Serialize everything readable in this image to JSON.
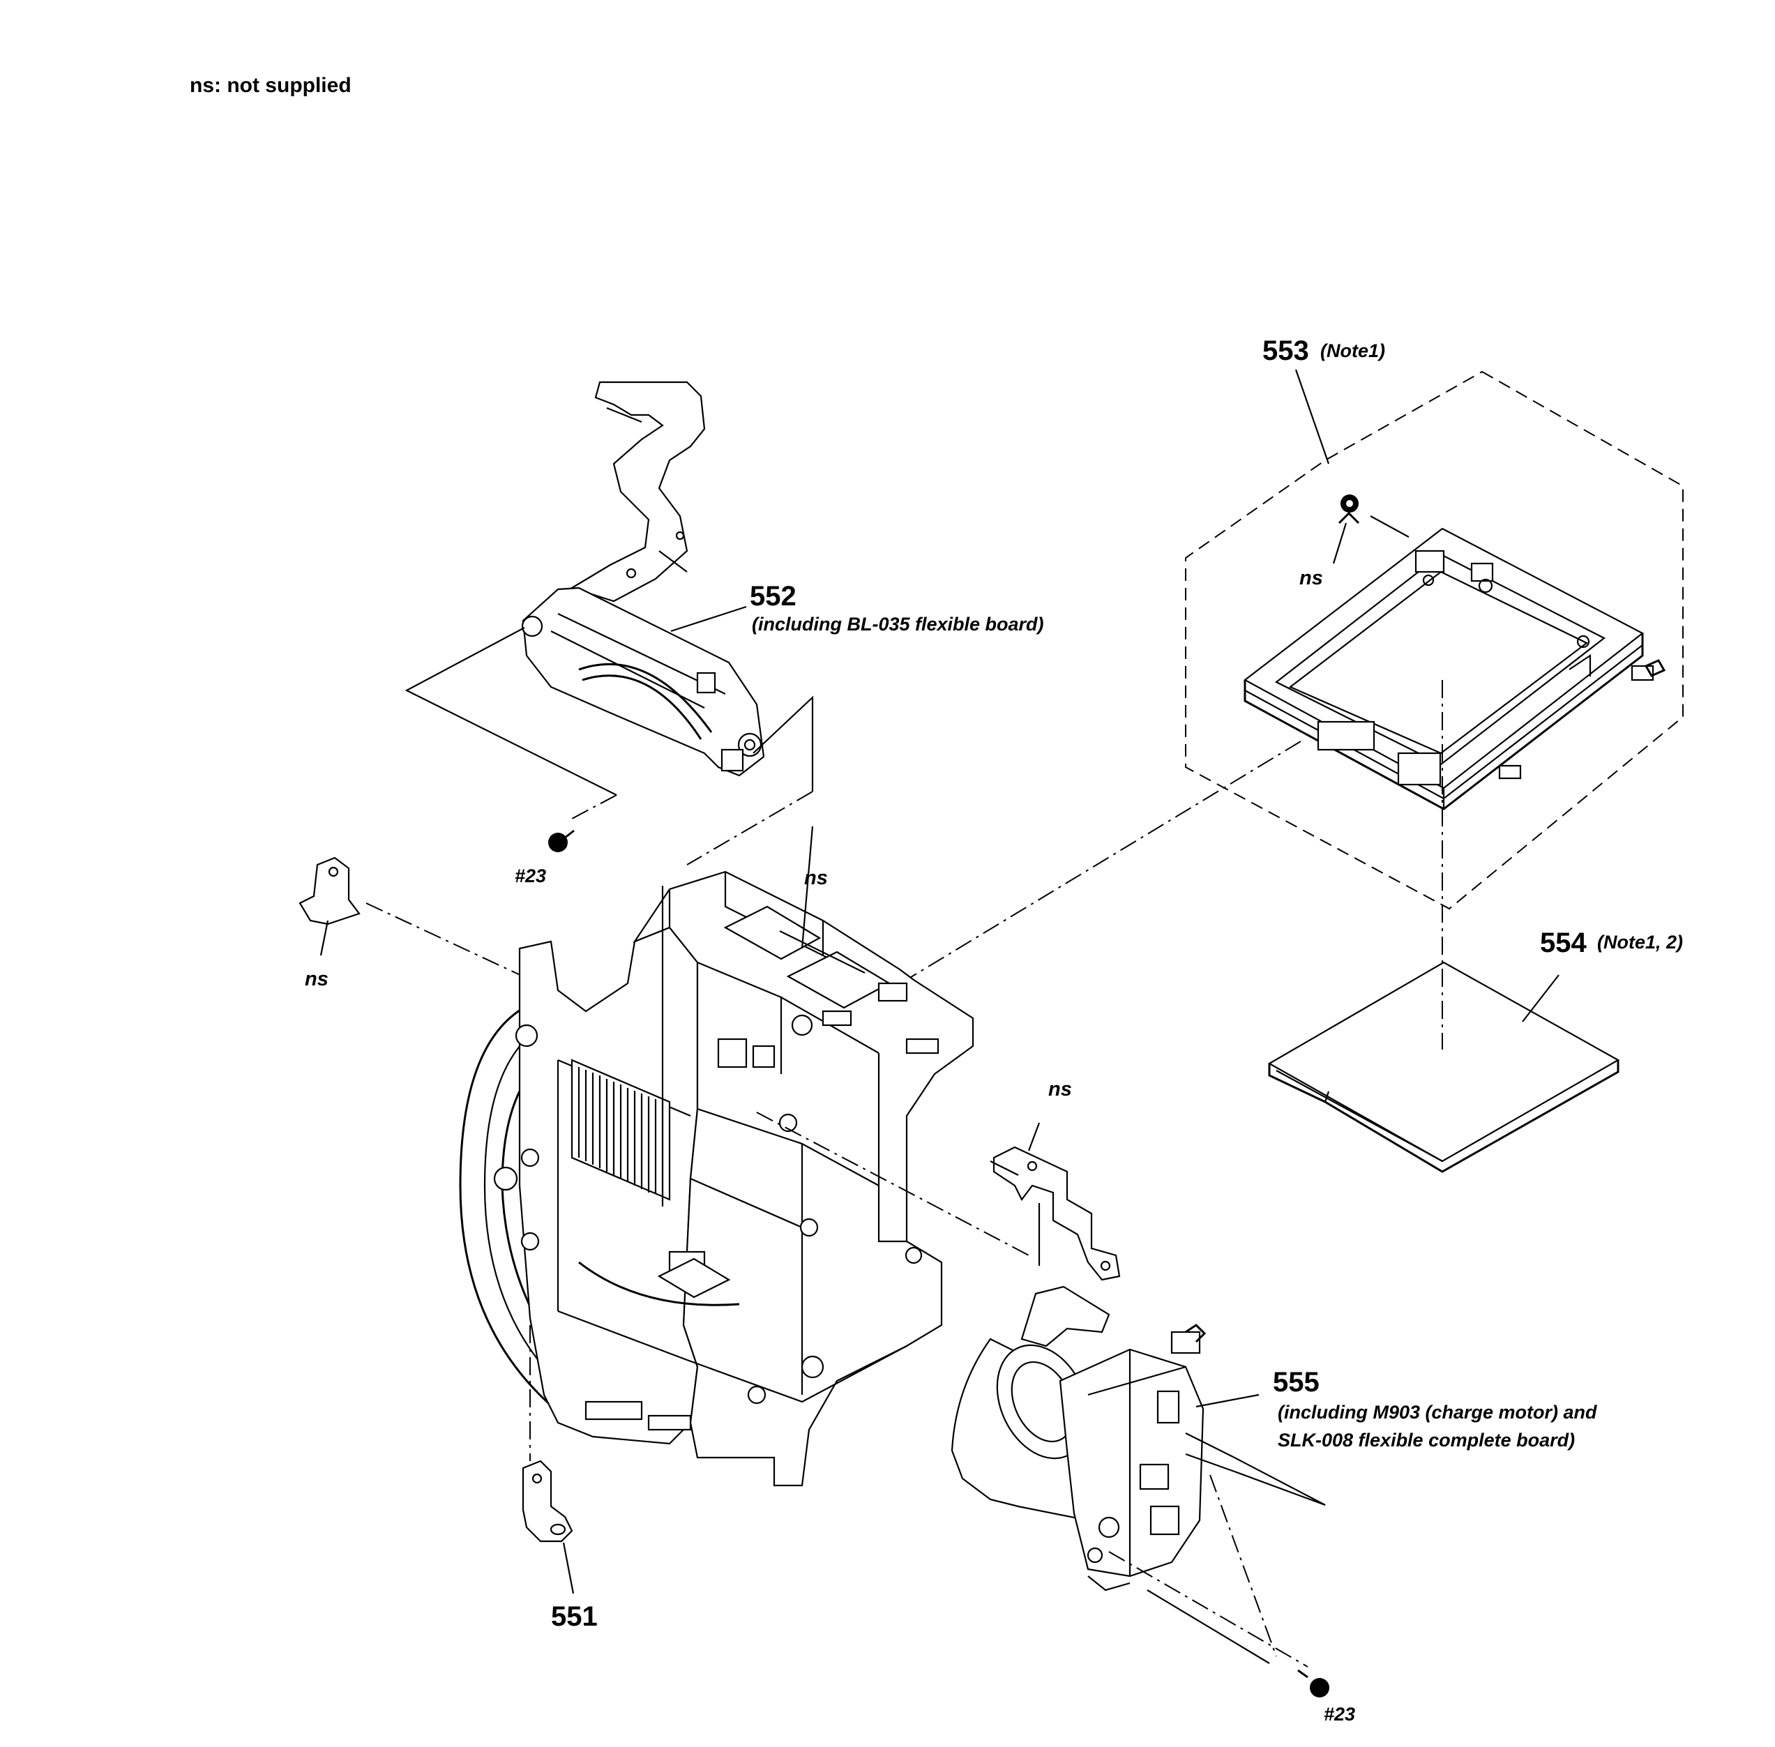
{
  "legend": "ns: not supplied",
  "parts": {
    "p551": {
      "number": "551"
    },
    "p552": {
      "number": "552",
      "note": "(including BL-035 flexible board)"
    },
    "p553": {
      "number": "553",
      "note": "(Note1)"
    },
    "p554": {
      "number": "554",
      "note": "(Note1, 2)"
    },
    "p555": {
      "number": "555",
      "note_line1": "(including M903 (charge motor) and",
      "note_line2": "SLK-008 flexible complete board)"
    }
  },
  "labels": {
    "ns_left": "ns",
    "ns_top_center": "ns",
    "ns_right_center": "ns",
    "ns_top_right": "ns",
    "screw_top": "#23",
    "screw_bottom": "#23"
  },
  "icons": {
    "screw": "screw-icon",
    "gear": "gear-icon",
    "bracket": "bracket-icon"
  }
}
